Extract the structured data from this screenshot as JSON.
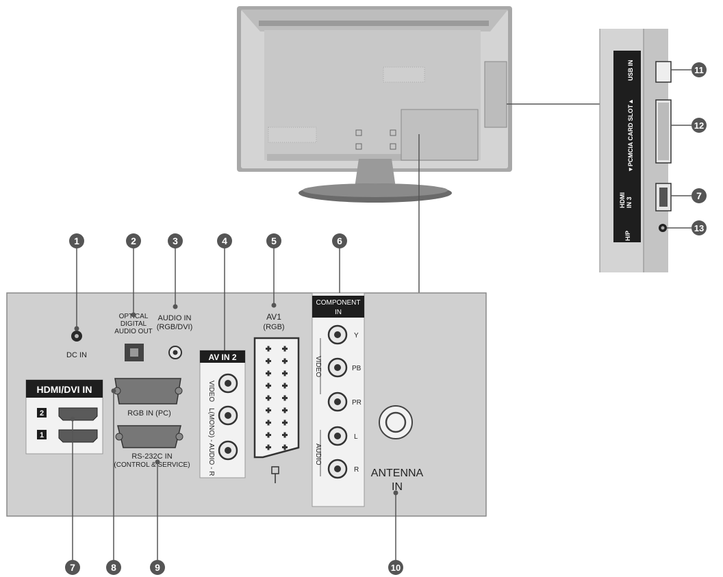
{
  "callouts": [
    "1",
    "2",
    "3",
    "4",
    "5",
    "6",
    "7",
    "8",
    "9",
    "10",
    "11",
    "12",
    "13"
  ],
  "rear_panel": {
    "dc_in": "DC IN",
    "optical_1": "OPTICAL",
    "optical_2": "DIGITAL",
    "optical_3": "AUDIO OUT",
    "audio_in_1": "AUDIO IN",
    "audio_in_2": "(RGB/DVI)",
    "av_in_2": "AV IN 2",
    "av_in_2_video": "VIDEO",
    "av_in_2_audio": "L(MONO) - AUDIO - R",
    "av1_1": "AV1",
    "av1_2": "(RGB)",
    "component_1": "COMPONENT",
    "component_2": "IN",
    "comp_y": "Y",
    "comp_pb": "PB",
    "comp_pr": "PR",
    "comp_l": "L",
    "comp_r": "R",
    "comp_video": "VIDEO",
    "comp_audio": "AUDIO",
    "hdmi_dvi_in": "HDMI/DVI IN",
    "hdmi_2": "2",
    "hdmi_1": "1",
    "rgb_in": "RGB IN (PC)",
    "rs232_1": "RS-232C IN",
    "rs232_2": "(CONTROL & SERVICE)",
    "antenna_1": "ANTENNA",
    "antenna_2": "IN"
  },
  "side_panel": {
    "usb_in": "USB IN",
    "pcmcia": "▼PCMCIA CARD SLOT▲",
    "hdmi_in_3_a": "HDMI",
    "hdmi_in_3_b": "IN 3",
    "headphone": "H/P"
  },
  "colors": {
    "panel": "#d0d0d0",
    "callout": "#555555",
    "tv_body": "#c8c8c8",
    "label_bg": "#222222"
  }
}
